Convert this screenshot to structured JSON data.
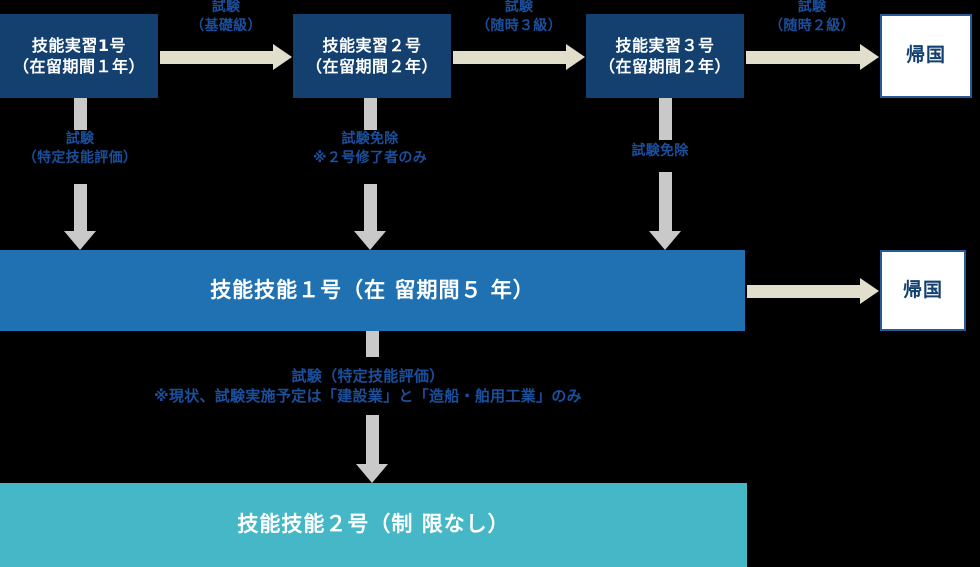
{
  "diagram": {
    "title": "技能実習から特定技能への移行フロー",
    "colors": {
      "background": "#000000",
      "navy_box": "#13406F",
      "blue_bar": "#2071B2",
      "teal_bar": "#45B7C6",
      "white_box": "#FFFFFF",
      "white_box_border": "#2A5A95",
      "label_text": "#1B4F9C",
      "arrow_horizontal": "#E1DECC",
      "arrow_vertical": "#C9C9C9"
    },
    "stages": {
      "trainee1": {
        "line1": "技能実習1号",
        "line2": "（在留期間１年）"
      },
      "trainee2": {
        "line1": "技能実習２号",
        "line2": "（在留期間２年）"
      },
      "trainee3": {
        "line1": "技能実習３号",
        "line2": "（在留期間２年）"
      },
      "ssw1": {
        "line1": "技能技能１号（在 留期間５ 年）"
      },
      "ssw2": {
        "line1": "技能技能２号（制 限なし）"
      },
      "return_top": {
        "line1": "帰国"
      },
      "return_mid": {
        "line1": "帰国"
      }
    },
    "labels": {
      "exam_basic": {
        "line1": "試験",
        "line2": "（基礎級）"
      },
      "exam_grade3": {
        "line1": "試験",
        "line2": "（随時３級）"
      },
      "exam_grade2": {
        "line1": "試験",
        "line2": "（随時２級）"
      },
      "exam_ssw_eval_1": {
        "line1": "試験",
        "line2": "（特定技能評価）"
      },
      "exam_exempt_2go": {
        "line1": "試験免除",
        "line2": "※２号修了者のみ"
      },
      "exam_exempt_3go": {
        "line1": "試験免除",
        "line2": ""
      },
      "exam_ssw2_eval": {
        "line1": "試験（特定技能評価）",
        "line2": "※現状、試験実施予定は「建設業」と「造船・舶用工業」のみ"
      }
    }
  }
}
